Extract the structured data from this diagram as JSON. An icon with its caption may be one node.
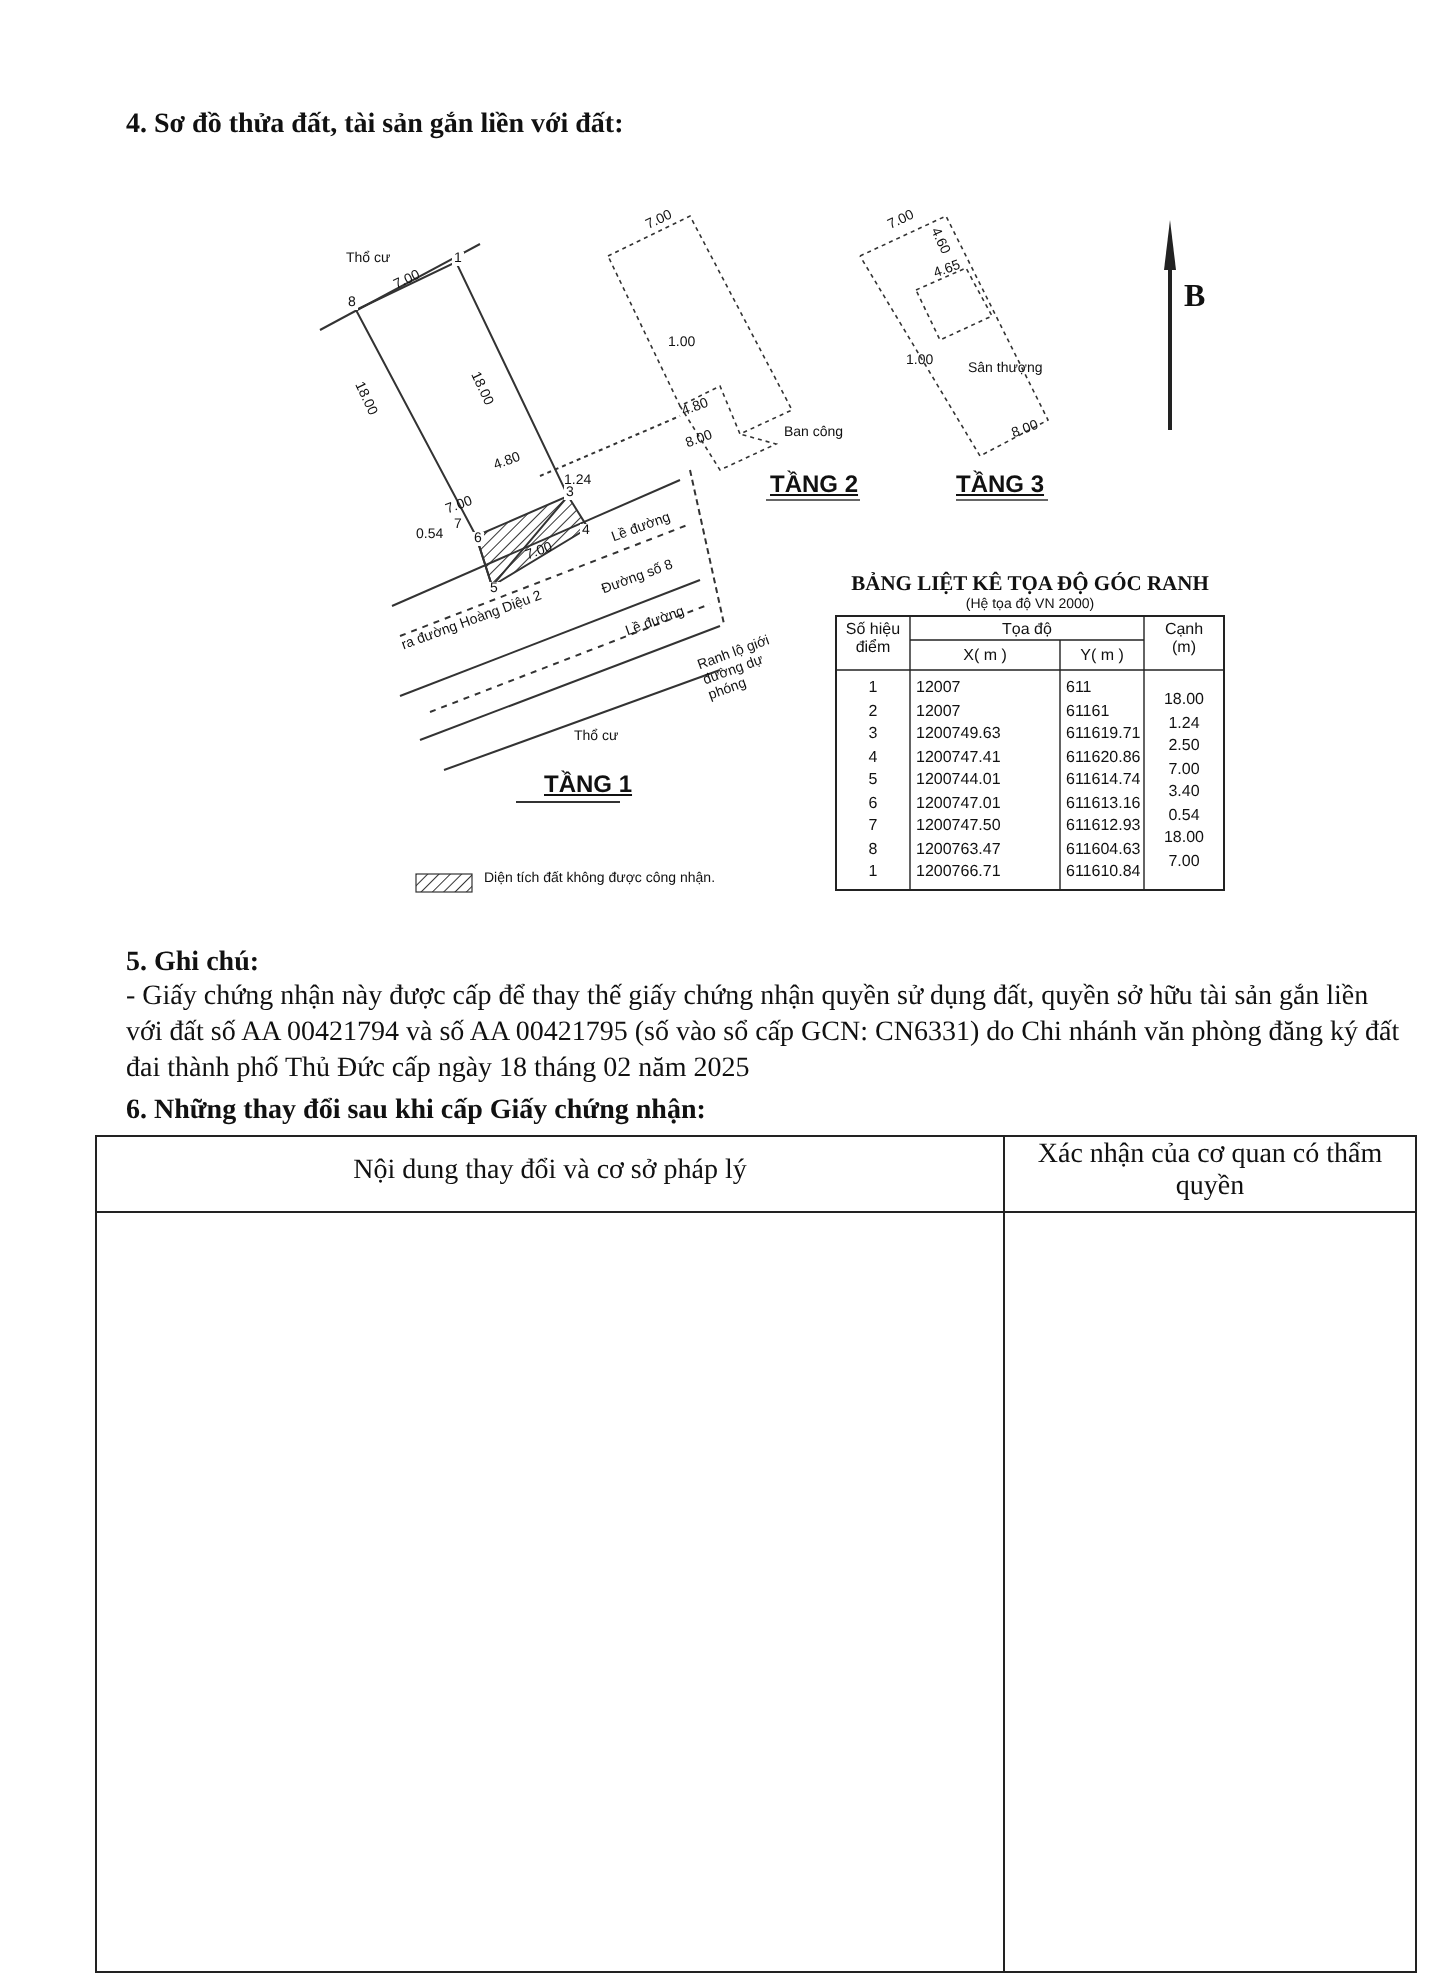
{
  "diagram": {
    "title": "4. Sơ đồ thửa đất, tài sản gắn liền với đất:",
    "labels": [
      "Thổ cư",
      "8",
      "1",
      "7.00",
      "18.00",
      "18.00",
      "4.80",
      "1.24",
      "7.00",
      "7",
      "0.54",
      "6",
      "3",
      "4",
      "5",
      "7.00",
      "Lề đường",
      "Đường số 8",
      "Lề đường",
      "ra đường Hoàng Diệu 2",
      "Ranh lộ giới đường dự phóng",
      "Thổ cư",
      "TẦNG 1",
      "7.00",
      "1.00",
      "4.80",
      "8.00",
      "Ban công",
      "TẦNG 2",
      "7.00",
      "4.60",
      "4.65",
      "1.00",
      "Sân thượng",
      "8.00",
      "TẦNG 3",
      "B",
      "BẢNG LIỆT KÊ TỌA ĐỘ GÓC RANH",
      "(Hệ tọa độ VN 2000)",
      "Số hiệu điểm",
      "Tọa độ",
      "Cạnh (m)",
      "X( m )",
      "Y( m )",
      "1",
      "12007",
      "611",
      "2",
      "12007",
      "61161",
      "3",
      "1200749.63",
      "611619.71",
      "4",
      "1200747.41",
      "611620.86",
      "5",
      "1200744.01",
      "611614.74",
      "6",
      "1200747.01",
      "611613.16",
      "7",
      "1200747.50",
      "611612.93",
      "8",
      "1200763.47",
      "611604.63",
      "1",
      "1200766.71",
      "611610.84",
      "18.00",
      "1.24",
      "2.50",
      "7.00",
      "3.40",
      "0.54",
      "18.00",
      "7.00",
      "5. Ghi chú:",
      "- Giấy chứng nhận này được cấp để thay thế giấy chứng nhận quyền sử dụng đất, quyền sở hữu tài sản gắn liền với đất số AA 00421794 và số AA 00421795 (số vào sổ cấp GCN: CN6331) do Chi nhánh văn phòng đăng ký đất đai thành phố Thủ Đức cấp ngày 18 tháng 02 năm 2025",
      "6. Những thay đổi sau khi cấp Giấy chứng nhận:",
      "Nội dung thay đổi và cơ sở pháp lý",
      "Xác nhận của cơ quan có thẩm quyền"
    ],
    "legend": [
      {
        "text": "Diện tích đất không được công nhận."
      }
    ]
  }
}
